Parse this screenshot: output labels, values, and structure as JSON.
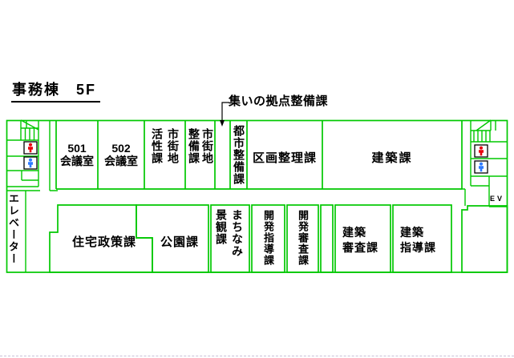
{
  "title": "事務棟　5F",
  "annotation": {
    "label": "集いの拠点整備課"
  },
  "rooms": {
    "meeting_501": "501\n会議室",
    "meeting_502": "502\n会議室",
    "shigaichi_kassei": "市街地\n活性課",
    "shigaichi_seibi": "市街地\n整備課",
    "toshi_seibi": "都市整備課",
    "kukaku_seiri": "区画整理課",
    "kenchiku": "建築課",
    "jutaku_seisaku": "住宅政策課",
    "koen": "公園課",
    "machinami_keikan": "まちなみ\n景観課",
    "kaihatsu_shido": "開発指導課",
    "kaihatsu_shinsa": "開発審査課",
    "kenchiku_shinsa": "建築\n審査課",
    "kenchiku_shido": "建築\n指導課"
  },
  "labels": {
    "elevator": "エレベーター",
    "ev": "EV"
  },
  "icons": {
    "left_stairs": "stairs-icon",
    "right_stairs": "stairs-icon",
    "red_person": "female-restroom-icon",
    "blue_person": "male-restroom-icon",
    "annotation_arrow": "arrow-down-icon"
  },
  "colors": {
    "line_green": "#00c800",
    "restroom_red": "#e8000d",
    "restroom_blue": "#2e7bff",
    "ink": "#000000",
    "page_line": "#c9c0d8"
  }
}
